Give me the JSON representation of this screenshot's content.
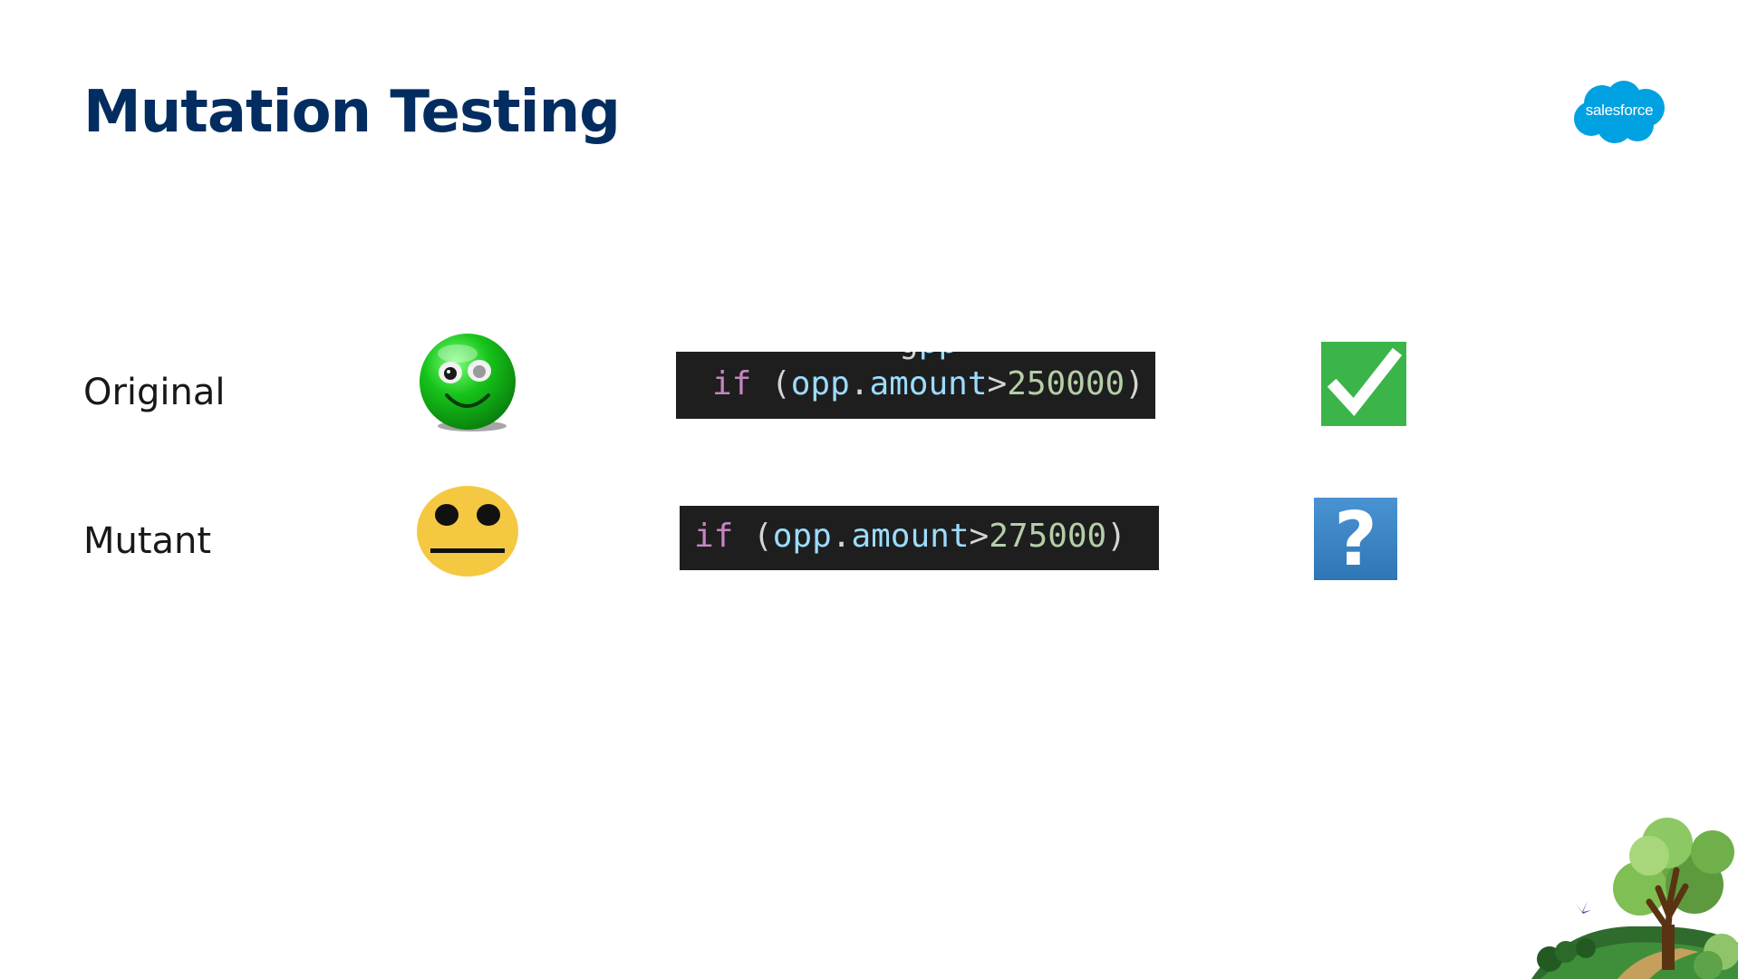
{
  "slide": {
    "title": "Mutation Testing",
    "logo_text": "salesforce",
    "colors": {
      "title": "#032d60",
      "logo_cloud": "#00a1e0",
      "code_bg": "#1e1e1e",
      "check_bg": "#3bb54a",
      "question_bg": "#3c86c4"
    }
  },
  "rows": [
    {
      "label": "Original",
      "face_icon": "happy-green-smiley-icon",
      "code": {
        "keyword": "if",
        "open": "(",
        "object": "opp",
        "dot": ".",
        "field": "amount",
        "operator": ">",
        "number": "250000",
        "close": ")"
      },
      "result_icon": "check-mark-icon"
    },
    {
      "label": "Mutant",
      "face_icon": "neutral-yellow-face-icon",
      "code": {
        "keyword": "if",
        "open": "(",
        "object": "opp",
        "dot": ".",
        "field": "amount",
        "operator": ">",
        "number": "275000",
        "close": ")"
      },
      "result_icon": "question-mark-icon",
      "result_text": "?"
    }
  ],
  "decoration": {
    "scenery_icon": "tree-hill-butterfly-icon"
  }
}
